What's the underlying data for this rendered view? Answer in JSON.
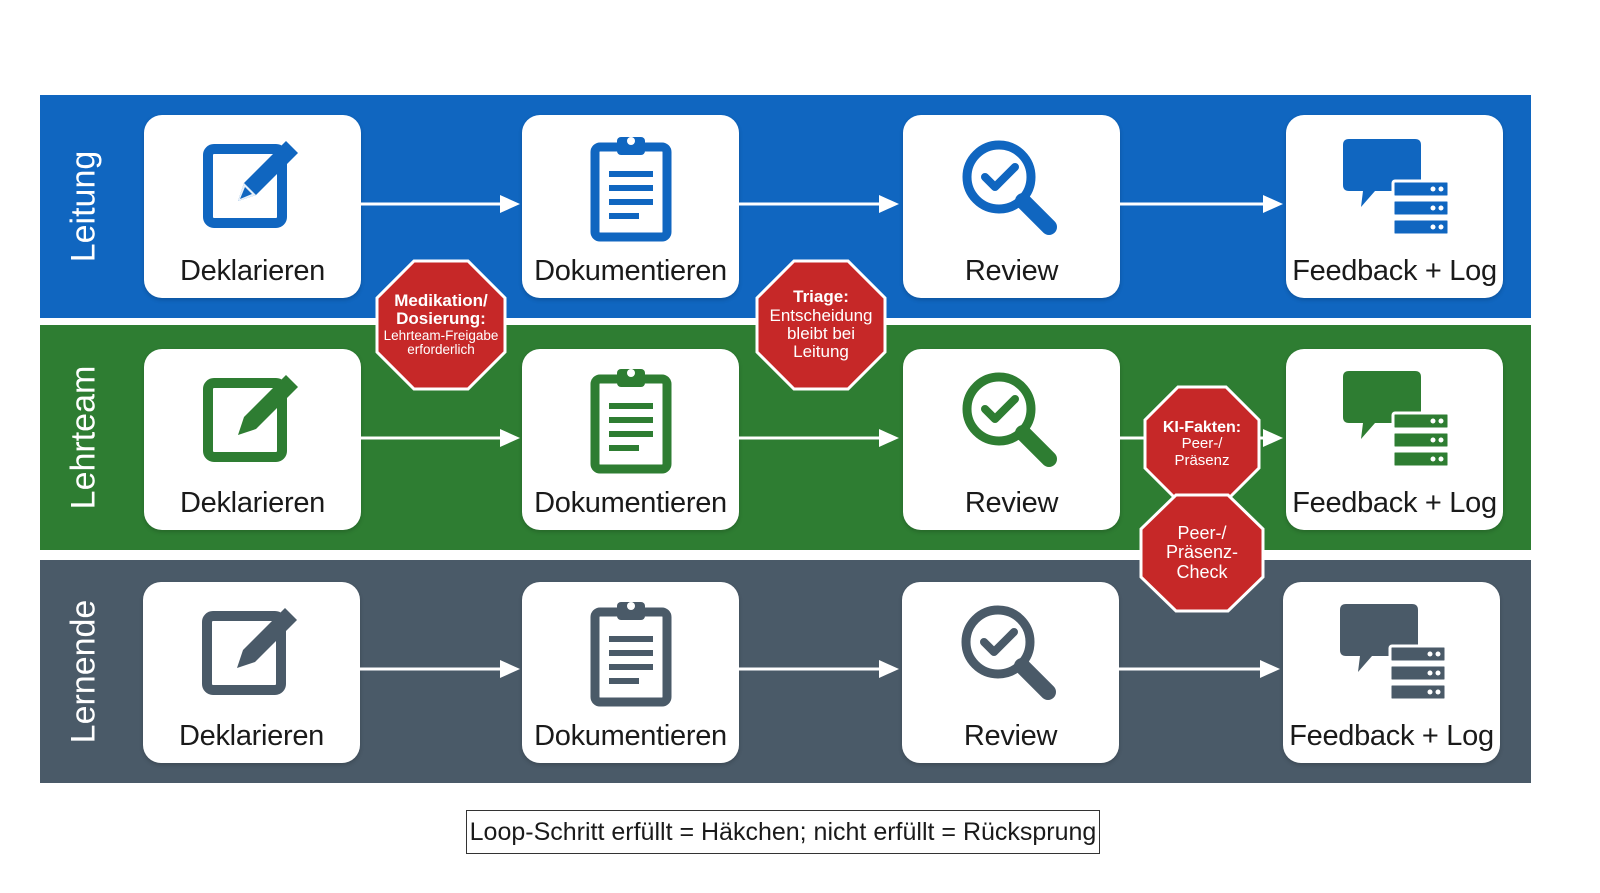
{
  "lanes": [
    {
      "name": "Leitung",
      "color": "#1066c0",
      "steps": [
        "Deklarieren",
        "Dokumentieren",
        "Review",
        "Feedback + Log"
      ]
    },
    {
      "name": "Lehrteam",
      "color": "#2e7d32",
      "steps": [
        "Deklarieren",
        "Dokumentieren",
        "Review",
        "Feedback + Log"
      ]
    },
    {
      "name": "Lernende",
      "color": "#4a5a68",
      "steps": [
        "Deklarieren",
        "Dokumentieren",
        "Review",
        "Feedback + Log"
      ]
    }
  ],
  "step_icons": [
    "edit-icon",
    "clipboard-icon",
    "magnifier-check-icon",
    "chat-server-icon"
  ],
  "stops": [
    {
      "lines": [
        "Medikation/",
        "Dosierung:",
        "Lehrteam-Freigabe",
        "erforderlich"
      ]
    },
    {
      "lines": [
        "Triage:",
        "Entscheidung",
        "bleibt bei",
        "Leitung"
      ]
    },
    {
      "lines": [
        "KI-Fakten:",
        "Peer-/",
        "Präsenz"
      ]
    },
    {
      "lines": [
        "Peer-/",
        "Präsenz-",
        "Check"
      ]
    }
  ],
  "stop_color": "#c62828",
  "legend": "Loop-Schritt erfüllt = Häkchen; nicht erfüllt = Rücksprung"
}
